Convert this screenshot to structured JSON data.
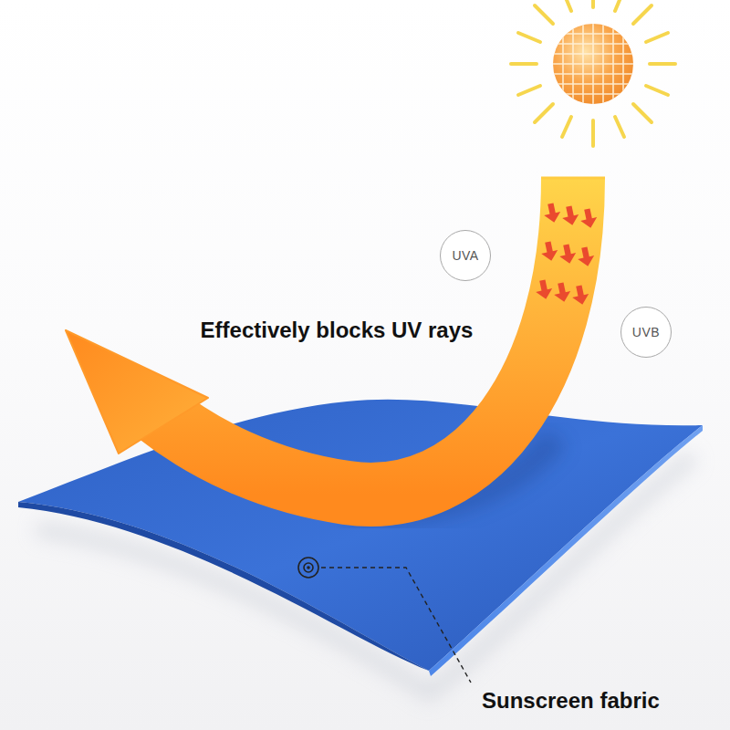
{
  "diagram": {
    "nodes": [
      {
        "text": [
          "UVA"
        ]
      },
      {
        "text": [
          "UVB"
        ]
      }
    ],
    "labels": [
      "Effectively blocks UV rays",
      "Sunscreen fabric"
    ]
  }
}
